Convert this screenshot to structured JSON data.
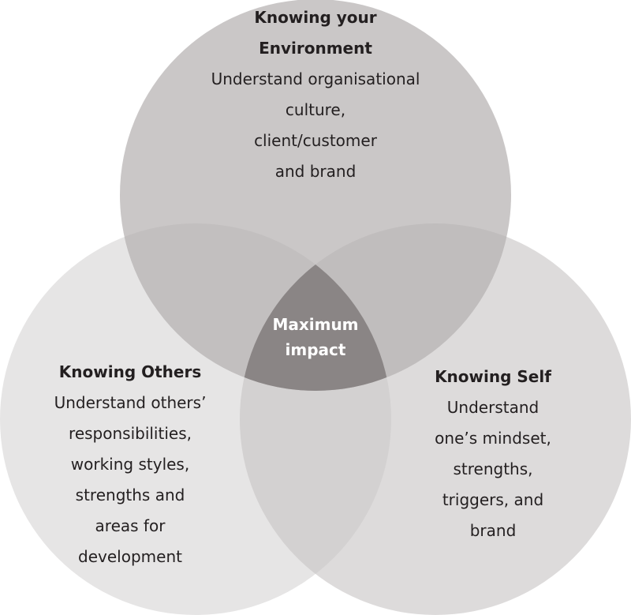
{
  "colors": {
    "top": "#cac7c7",
    "left": "#e6e5e5",
    "right": "#dddbdb",
    "top_left": "#c2bfbf",
    "top_right": "#c0bdbd",
    "left_right": "#d3d1d1",
    "center": "#8a8585"
  },
  "top": {
    "title_1": "Knowing your",
    "title_2": "Environment",
    "lines": [
      "Understand organisational",
      "culture,",
      "client/customer",
      "and brand"
    ]
  },
  "left": {
    "title": "Knowing Others",
    "lines": [
      "Understand others’",
      "responsibilities,",
      "working styles,",
      "strengths and",
      "areas for",
      "development"
    ]
  },
  "right": {
    "title": "Knowing Self",
    "lines": [
      "Understand",
      "one’s mindset,",
      "strengths,",
      "triggers, and",
      "brand"
    ]
  },
  "center": {
    "line_1": "Maximum",
    "line_2": "impact"
  }
}
